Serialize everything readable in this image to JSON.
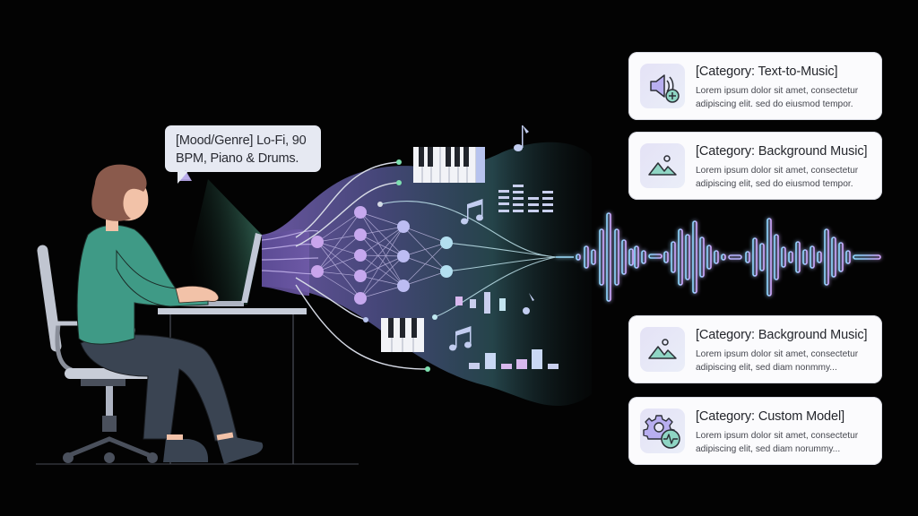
{
  "prompt_bubble": {
    "line1": "[Mood/Genre] Lo-Fi, 90",
    "line2": "BPM, Piano & Drums.",
    "icon": "triangle-icon"
  },
  "cards": [
    {
      "icon": "speaker-add-icon",
      "title": "[Category: Text-to-Music]",
      "desc_line1": "Lorem ipsum dolor sit amet, consectetur",
      "desc_line2": "adipiscing elit. sed do eiusmod tempor."
    },
    {
      "icon": "image-mountain-icon",
      "title": "[Category: Background Music]",
      "desc_line1": "Lorem ipsum dolor sit amet, consectetur",
      "desc_line2": "adipiscing elit, sed do eiusmod tempor."
    },
    {
      "icon": "image-mountain-icon",
      "title": "[Category: Background Music]",
      "desc_line1": "Lorem ipsum dolor sit amet, consectetur",
      "desc_line2": "adipiscing elit, sed diam nonmmy..."
    },
    {
      "icon": "gear-pulse-icon",
      "title": "[Category: Custom Model]",
      "desc_line1": "Lorem ipsum dolor sit amet, consectetur",
      "desc_line2": "adipiscing elit, sed diam norummy..."
    }
  ],
  "colors": {
    "background": "#030303",
    "card_bg": "#fbfbfd",
    "icon_box": "#e6e5f6",
    "accent_teal": "#7fd0c0",
    "accent_purple": "#b7a0f0",
    "wave_blue": "#8fd8ff",
    "wave_purple": "#c9a6ff",
    "sweater": "#3f9a86",
    "pants": "#3a4452"
  }
}
